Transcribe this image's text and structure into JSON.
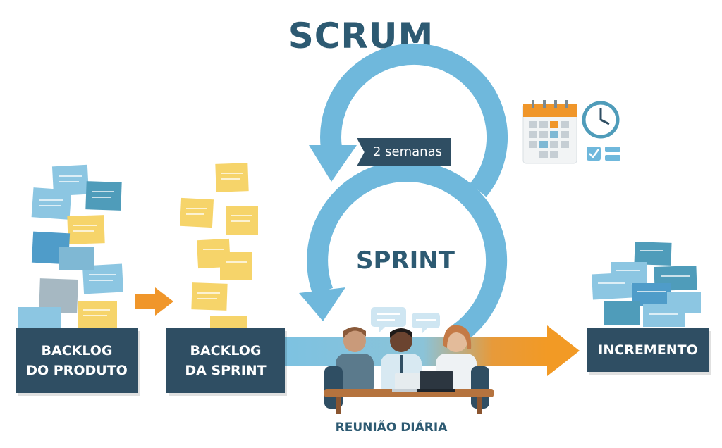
{
  "title": "SCRUM",
  "cycle": {
    "label": "SPRINT",
    "duration_label": "2 semanas"
  },
  "stages": {
    "product_backlog": {
      "line1": "BACKLOG",
      "line2": "DO PRODUTO"
    },
    "sprint_backlog": {
      "line1": "BACKLOG",
      "line2": "DA SPRINT"
    },
    "increment": {
      "label": "INCREMENTO"
    }
  },
  "daily_meeting": {
    "label": "REUNIÃO DIÁRIA"
  },
  "colors": {
    "title": "#2d5a72",
    "box": "#2f4e63",
    "cycle_arrow": "#6fb8dc",
    "flow_arrow": "#f0962a",
    "note_blue": "#8cc6e2",
    "note_yellow": "#f6d46a"
  },
  "icons": [
    "calendar-icon",
    "clock-icon",
    "checklist-icon",
    "chat-bubble-icon",
    "laptop-icon"
  ]
}
